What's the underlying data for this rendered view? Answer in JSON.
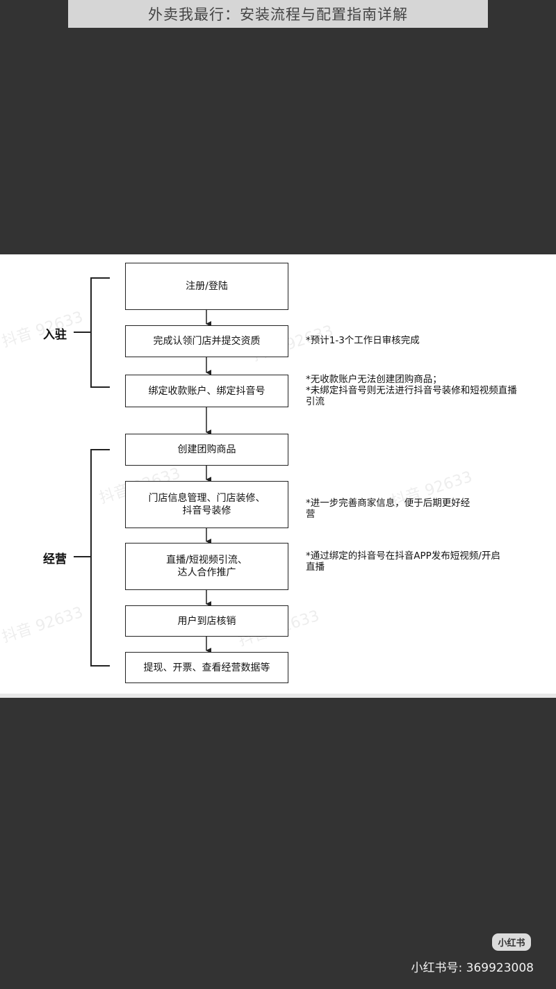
{
  "header": {
    "title": "外卖我最行：安装流程与配置指南详解"
  },
  "diagram": {
    "stages": [
      {
        "label": "入驻"
      },
      {
        "label": "经营"
      }
    ],
    "steps": [
      {
        "text": "注册/登陆"
      },
      {
        "text": "完成认领门店并提交资质"
      },
      {
        "text": "绑定收款账户、绑定抖音号"
      },
      {
        "text": "创建团购商品"
      },
      {
        "text": "门店信息管理、门店装修、\n抖音号装修"
      },
      {
        "text": "直播/短视频引流、\n达人合作推广"
      },
      {
        "text": "用户到店核销"
      },
      {
        "text": "提现、开票、查看经营数据等"
      }
    ],
    "notes": [
      {
        "text": "*预计1-3个工作日审核完成"
      },
      {
        "text": "*无收款账户无法创建团购商品；\n*未绑定抖音号则无法进行抖音号装修和短视频直播\n引流"
      },
      {
        "text": "*进一步完善商家信息，便于后期更好经\n营"
      },
      {
        "text": "*通过绑定的抖音号在抖音APP发布短视频/开启\n                    直播"
      }
    ],
    "watermark": "抖音 92633"
  },
  "footer": {
    "badge": "小红书",
    "account": "小红书号: 369923008"
  }
}
